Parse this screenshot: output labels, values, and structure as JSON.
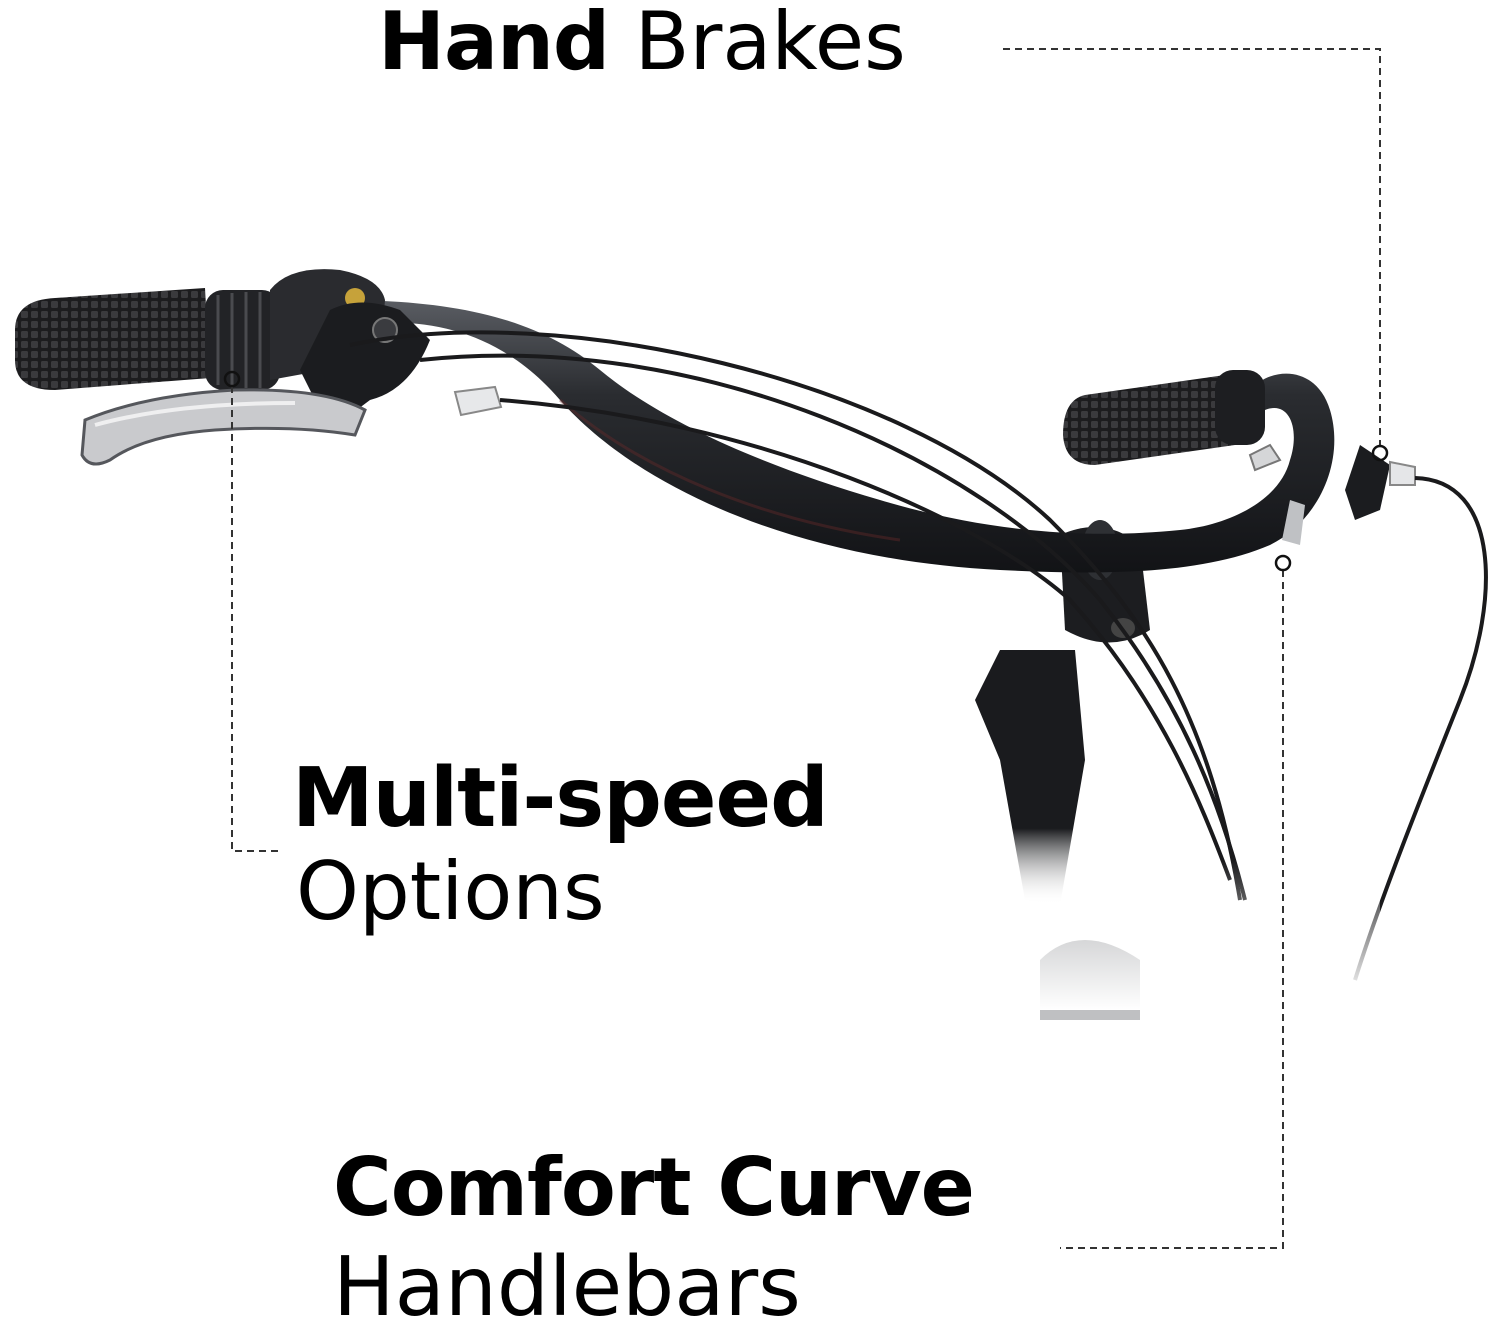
{
  "callouts": {
    "hand_brakes": {
      "bold": "Hand",
      "light": "Brakes"
    },
    "multi_speed": {
      "bold": "Multi-speed",
      "light": "Options"
    },
    "comfort_curve": {
      "bold": "Comfort Curve",
      "light": "Handlebars"
    }
  },
  "colors": {
    "background": "#ffffff",
    "text": "#000000",
    "leader_line": "#333333",
    "bar": "#1a1b1e"
  }
}
